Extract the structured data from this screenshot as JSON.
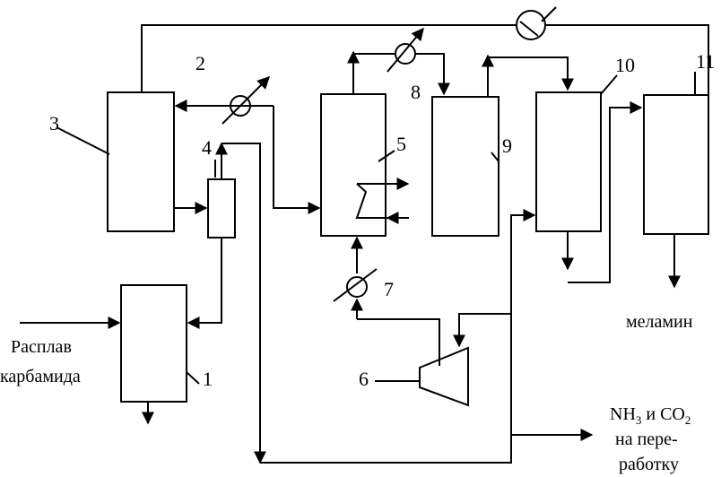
{
  "labels": {
    "n1": "1",
    "n2": "2",
    "n3": "3",
    "n4": "4",
    "n5": "5",
    "n6": "6",
    "n7": "7",
    "n8": "8",
    "n9": "9",
    "n10": "10",
    "n11": "11",
    "feed_line1": "Расплав",
    "feed_line2": "карбамида",
    "product": "меламин",
    "offgas_nh3": "NH",
    "offgas_sub3": "3",
    "offgas_mid": " и CO",
    "offgas_sub2": "2",
    "offgas_l2": "на пере-",
    "offgas_l3": "работку"
  }
}
